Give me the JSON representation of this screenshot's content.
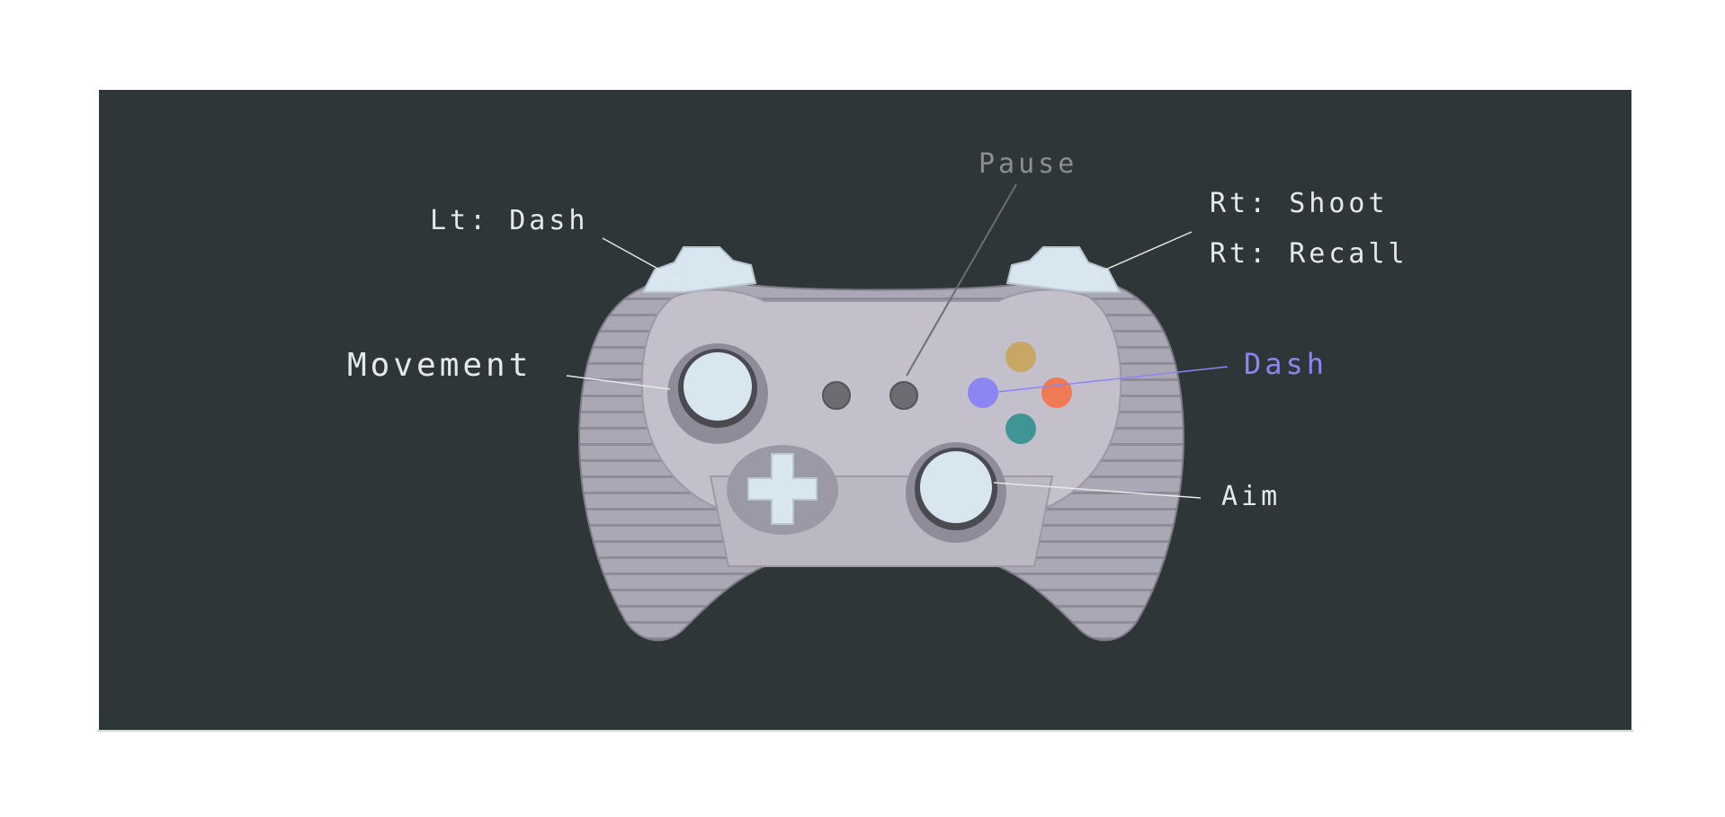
{
  "labels": {
    "pause": "Pause",
    "lt_dash": "Lt: Dash",
    "rt_shoot": "Rt: Shoot",
    "rt_recall": "Rt: Recall",
    "movement": "Movement",
    "dash": "Dash",
    "aim": "Aim"
  },
  "colors": {
    "background": "#2e3638",
    "label_text": "#e6e9ea",
    "pause_text": "#8a8f91",
    "dash_accent": "#8b86f2",
    "controller_body": "#a9a6b3",
    "controller_top": "#c9c6d1",
    "bumper": "#d7e6ef",
    "stick": "#d8e6f0",
    "face_top": "#c8a663",
    "face_left": "#8b86f2",
    "face_right": "#f07a55",
    "face_bottom": "#3f9593",
    "center_button": "#6c6c72"
  }
}
